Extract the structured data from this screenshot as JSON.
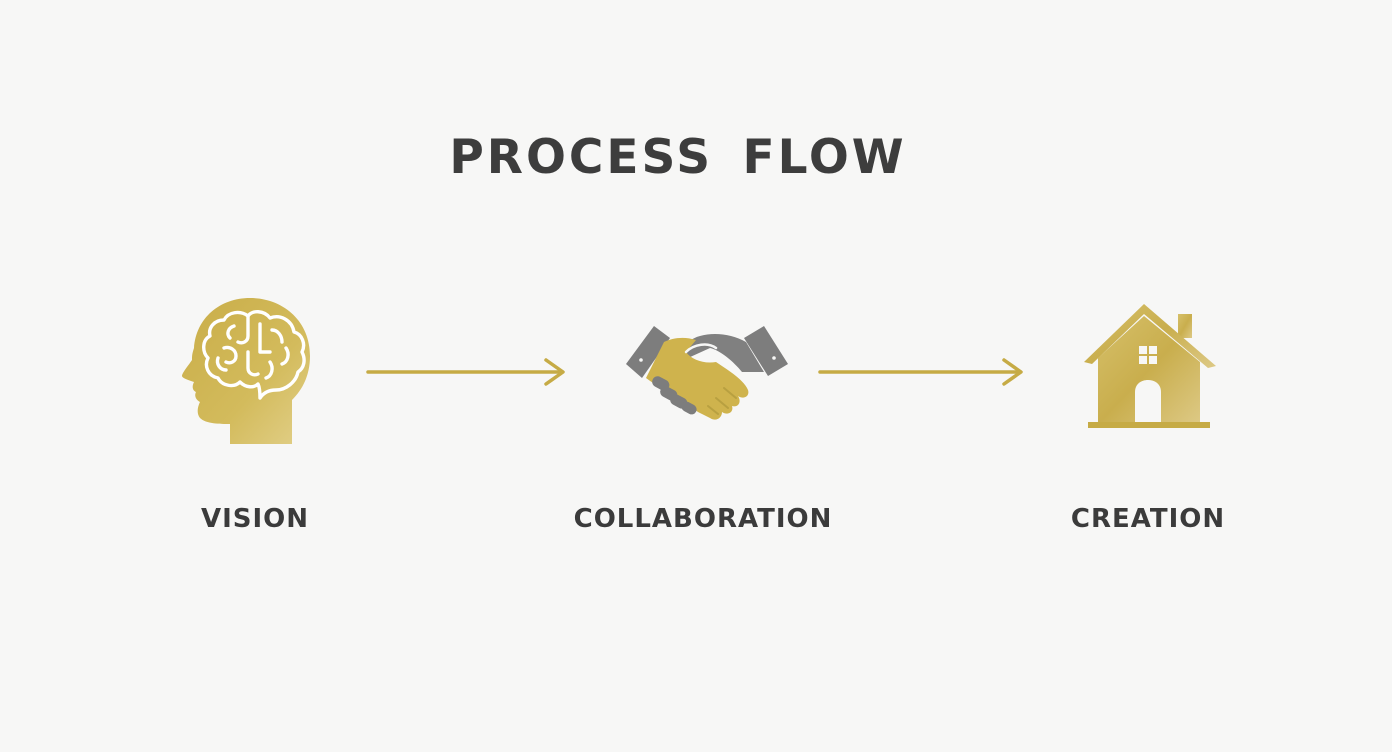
{
  "title": "PROCESS FLOW",
  "colors": {
    "gold": "#c8ad48",
    "gold_light": "#dcc76e",
    "gray": "#7d7d7d",
    "text": "#3d3d3d",
    "background": "#f7f7f6"
  },
  "steps": [
    {
      "label": "VISION",
      "icon": "head-brain-icon"
    },
    {
      "label": "COLLABORATION",
      "icon": "handshake-icon"
    },
    {
      "label": "CREATION",
      "icon": "house-icon"
    }
  ],
  "connectors": [
    {
      "from": "VISION",
      "to": "COLLABORATION",
      "icon": "arrow-right-icon"
    },
    {
      "from": "COLLABORATION",
      "to": "CREATION",
      "icon": "arrow-right-icon"
    }
  ]
}
